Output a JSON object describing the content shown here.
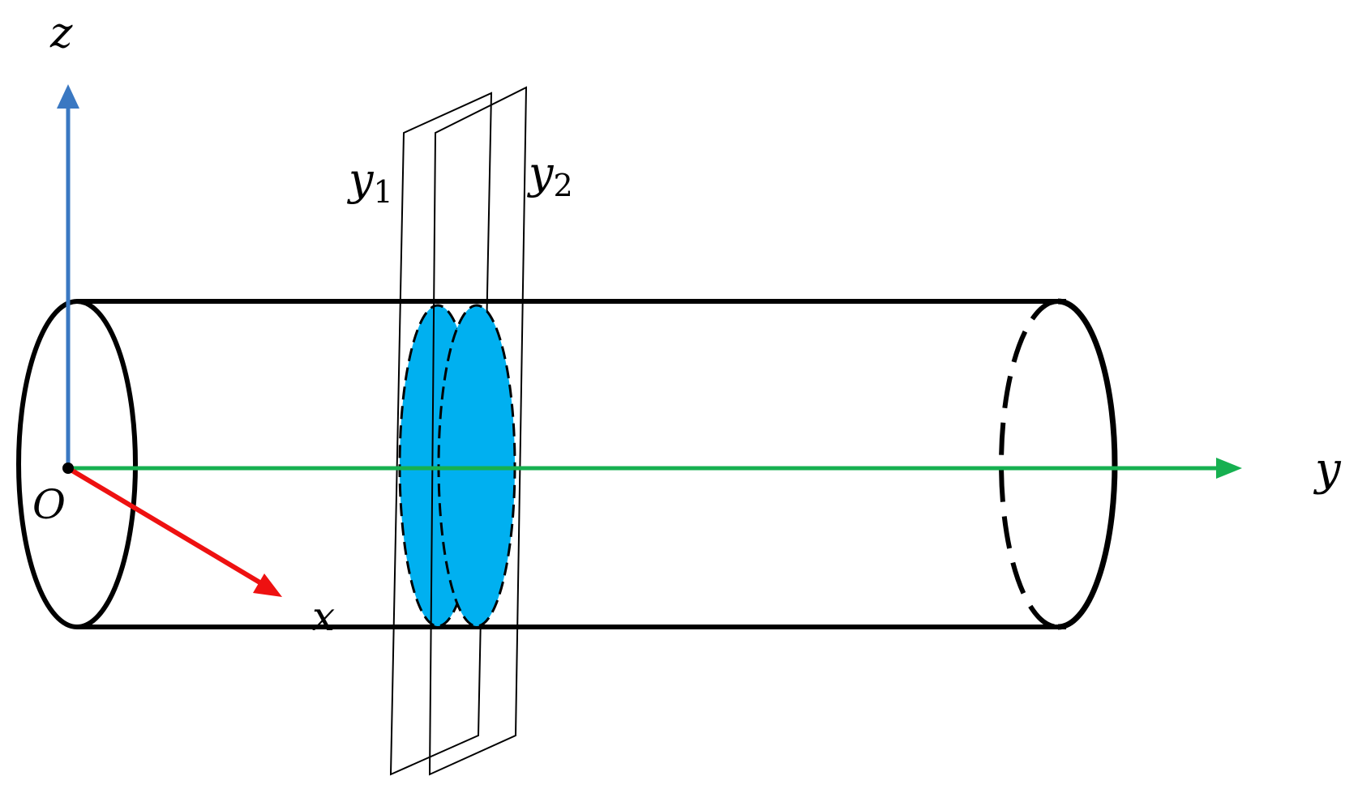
{
  "axes": {
    "z": {
      "label": "z",
      "color": "#3a78c2"
    },
    "y": {
      "label": "y",
      "color": "#16b050"
    },
    "x": {
      "label": "x",
      "color": "#ee1111"
    },
    "origin": {
      "label": "O"
    }
  },
  "planes": [
    {
      "base": "y",
      "subscript": "1"
    },
    {
      "base": "y",
      "subscript": "2"
    }
  ],
  "colors": {
    "cross_section_fill": "#00b0f0",
    "outline": "#000000"
  }
}
